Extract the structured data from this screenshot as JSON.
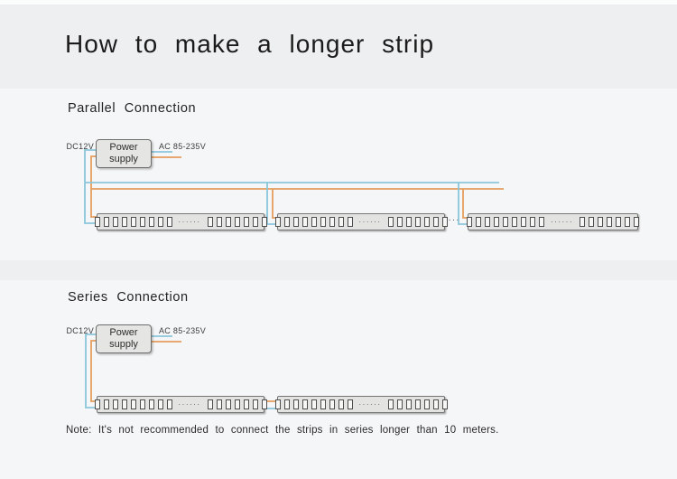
{
  "title": "How to make a longer strip",
  "colors": {
    "page": "#f5f6f7",
    "band": "#edeff1",
    "wire_blue": "#8ac6da",
    "wire_orange": "#e49d5c"
  },
  "power_supply": {
    "label": "Power\nsupply",
    "dc_label": "DC12V",
    "ac_label": "AC 85-235V"
  },
  "strip": {
    "left_leds": 9,
    "right_leds": 7,
    "dots": "······"
  },
  "parallel": {
    "heading": "Parallel Connection",
    "gap_dots": "···"
  },
  "series": {
    "heading": "Series Connection",
    "note": "Note: It's not recommended to connect the strips in series longer than 10 meters."
  }
}
